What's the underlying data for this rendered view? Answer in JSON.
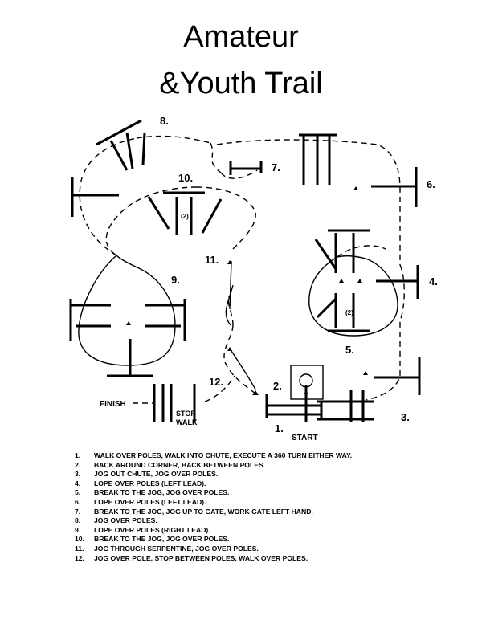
{
  "title": {
    "line1": "Amateur",
    "line2": "&Youth Trail"
  },
  "markers": {
    "m1": "1.",
    "m2": "2.",
    "m3": "3.",
    "m4": "4.",
    "m5": "5.",
    "m6": "6.",
    "m7": "7.",
    "m8": "8.",
    "m9": "9.",
    "m10": "10.",
    "m11": "11.",
    "m12": "12."
  },
  "labels": {
    "start": "START",
    "finish": "FINISH",
    "stop": "STOP",
    "walk": "WALK",
    "pair_note_10": "(2)",
    "pair_note_5": "(2)"
  },
  "instructions": [
    {
      "num": "1.",
      "text": "WALK OVER POLES, WALK INTO CHUTE, EXECUTE A 360 TURN EITHER WAY."
    },
    {
      "num": "2.",
      "text": "BACK AROUND CORNER, BACK BETWEEN POLES."
    },
    {
      "num": "3.",
      "text": "JOG OUT CHUTE,  JOG OVER POLES."
    },
    {
      "num": "4.",
      "text": "LOPE OVER POLES (LEFT LEAD)."
    },
    {
      "num": "5.",
      "text": "BREAK TO THE JOG, JOG OVER POLES."
    },
    {
      "num": "6.",
      "text": "LOPE OVER POLES (LEFT LEAD)."
    },
    {
      "num": "7.",
      "text": "BREAK TO THE JOG, JOG UP TO GATE, WORK GATE LEFT HAND."
    },
    {
      "num": "8.",
      "text": "JOG OVER POLES."
    },
    {
      "num": "9.",
      "text": "LOPE OVER POLES (RIGHT LEAD)."
    },
    {
      "num": "10.",
      "text": "BREAK TO THE JOG, JOG OVER POLES."
    },
    {
      "num": "11.",
      "text": "JOG THROUGH SERPENTINE, JOG OVER POLES."
    },
    {
      "num": "12.",
      "text": "JOG OVER POLE, STOP BETWEEN POLES, WALK OVER POLES."
    }
  ]
}
